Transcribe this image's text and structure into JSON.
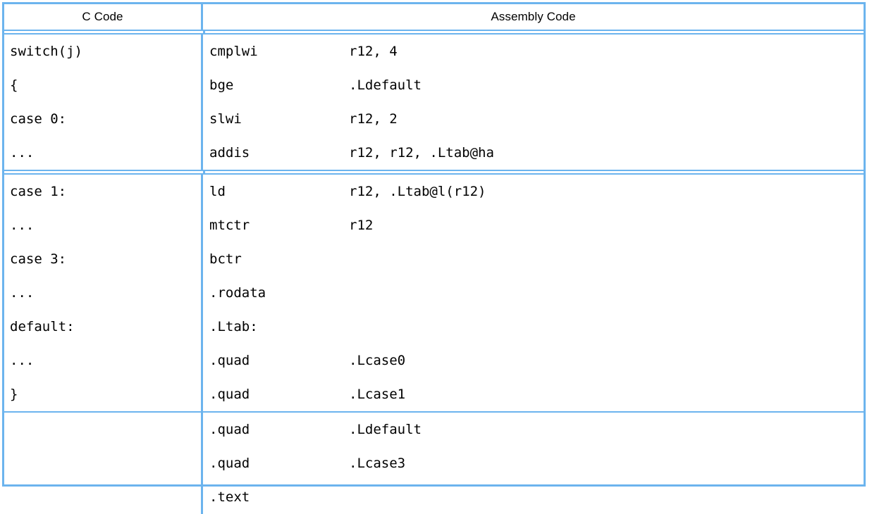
{
  "table": {
    "headers": {
      "c_code": "C Code",
      "assembly_code": "Assembly Code"
    },
    "groups": [
      {
        "c_lines": [
          "switch(j)",
          "{",
          "case 0:",
          "..."
        ],
        "asm_lines": [
          {
            "mnemonic": "cmplwi",
            "operands": "r12, 4"
          },
          {
            "mnemonic": "bge",
            "operands": ".Ldefault"
          },
          {
            "mnemonic": "slwi",
            "operands": "r12, 2"
          },
          {
            "mnemonic": "addis",
            "operands": "r12, r12, .Ltab@ha"
          }
        ]
      },
      {
        "c_lines": [
          "case 1:",
          "...",
          "case 3:",
          "...",
          "default:",
          "...",
          "}"
        ],
        "asm_lines": [
          {
            "mnemonic": "ld",
            "operands": "r12, .Ltab@l(r12)"
          },
          {
            "mnemonic": "mtctr",
            "operands": "r12"
          },
          {
            "mnemonic": "bctr",
            "operands": ""
          },
          {
            "mnemonic": ".rodata",
            "operands": ""
          },
          {
            "mnemonic": ".Ltab:",
            "operands": ""
          },
          {
            "mnemonic": ".quad",
            "operands": ".Lcase0"
          },
          {
            "mnemonic": ".quad",
            "operands": ".Lcase1"
          }
        ]
      },
      {
        "c_lines": [],
        "asm_lines": [
          {
            "mnemonic": ".quad",
            "operands": ".Ldefault"
          },
          {
            "mnemonic": ".quad",
            "operands": ".Lcase3"
          },
          {
            "mnemonic": ".text",
            "operands": ""
          }
        ]
      }
    ],
    "colors": {
      "border": "#6cb4ee",
      "text": "#000000",
      "background": "#ffffff"
    }
  }
}
